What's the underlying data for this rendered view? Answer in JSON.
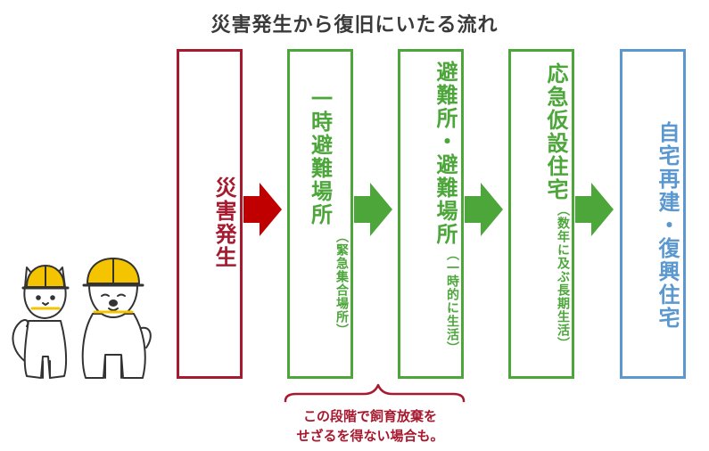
{
  "title": "災害発生から復旧にいたる流れ",
  "stages": [
    {
      "id": "disaster",
      "main": "災害発生",
      "sub": ""
    },
    {
      "id": "temporary-evacuation-site",
      "main": "一時避難場所",
      "sub": "（緊急集合場所）"
    },
    {
      "id": "evacuation-shelter",
      "main": "避難所・避難場所",
      "sub": "（一時的に生活）"
    },
    {
      "id": "temporary-housing",
      "main": "応急仮設住宅",
      "sub": "（数年に及ぶ長期生活）"
    },
    {
      "id": "home-reconstruction",
      "main": "自宅再建・復興住宅",
      "sub": ""
    }
  ],
  "note": {
    "line1": "この段階で飼育放棄を",
    "line2": "せざるを得ない場合も。"
  },
  "colors": {
    "red": "#a6192e",
    "green": "#4ca63a",
    "blue": "#5b98cf",
    "helmet": "#f5c400"
  },
  "icons": {
    "cat": "cat-with-helmet-icon",
    "dog": "dog-with-helmet-icon"
  }
}
